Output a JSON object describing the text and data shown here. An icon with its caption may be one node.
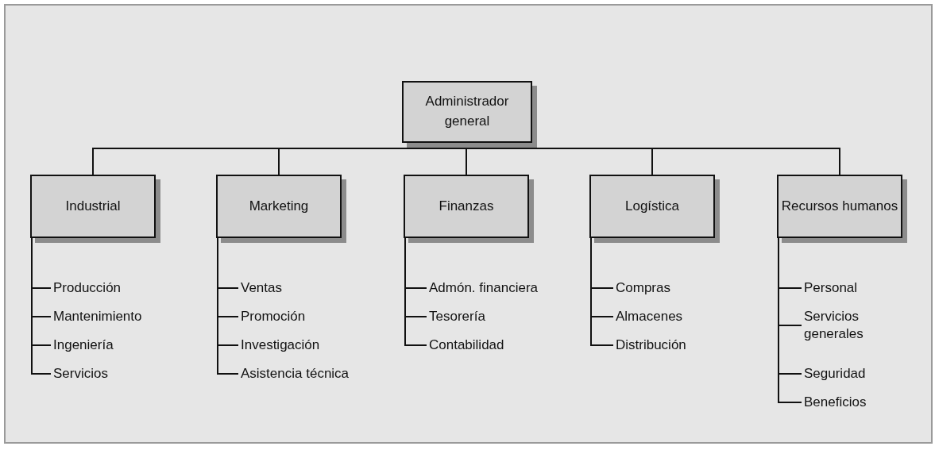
{
  "diagram": {
    "nodes": [
      {
        "text": [
          "Administrador general"
        ]
      },
      {
        "text": [
          "Industrial"
        ]
      },
      {
        "text": [
          "Marketing"
        ]
      },
      {
        "text": [
          "Finanzas"
        ]
      },
      {
        "text": [
          "Logística"
        ]
      },
      {
        "text": [
          "Recursos humanos"
        ]
      },
      {
        "text": [
          "Producción"
        ]
      },
      {
        "text": [
          "Mantenimiento"
        ]
      },
      {
        "text": [
          "Ingeniería"
        ]
      },
      {
        "text": [
          "Servicios"
        ]
      },
      {
        "text": [
          "Ventas"
        ]
      },
      {
        "text": [
          "Promoción"
        ]
      },
      {
        "text": [
          "Investigación"
        ]
      },
      {
        "text": [
          "Asistencia técnica"
        ]
      },
      {
        "text": [
          "Admón. financiera"
        ]
      },
      {
        "text": [
          "Tesorería"
        ]
      },
      {
        "text": [
          "Contabilidad"
        ]
      },
      {
        "text": [
          "Compras"
        ]
      },
      {
        "text": [
          "Almacenes"
        ]
      },
      {
        "text": [
          "Distribución"
        ]
      },
      {
        "text": [
          "Personal"
        ]
      },
      {
        "text": [
          "Servicios generales"
        ]
      },
      {
        "text": [
          "Seguridad"
        ]
      },
      {
        "text": [
          "Beneficios"
        ]
      }
    ],
    "edges": [
      {
        "from": 0,
        "to": 1,
        "arrow": "none"
      },
      {
        "from": 0,
        "to": 2,
        "arrow": "none"
      },
      {
        "from": 0,
        "to": 3,
        "arrow": "none"
      },
      {
        "from": 0,
        "to": 4,
        "arrow": "none"
      },
      {
        "from": 0,
        "to": 5,
        "arrow": "none"
      },
      {
        "from": 1,
        "to": 6,
        "arrow": "none"
      },
      {
        "from": 1,
        "to": 7,
        "arrow": "none"
      },
      {
        "from": 1,
        "to": 8,
        "arrow": "none"
      },
      {
        "from": 1,
        "to": 9,
        "arrow": "none"
      },
      {
        "from": 2,
        "to": 10,
        "arrow": "none"
      },
      {
        "from": 2,
        "to": 11,
        "arrow": "none"
      },
      {
        "from": 2,
        "to": 12,
        "arrow": "none"
      },
      {
        "from": 2,
        "to": 13,
        "arrow": "none"
      },
      {
        "from": 3,
        "to": 14,
        "arrow": "none"
      },
      {
        "from": 3,
        "to": 15,
        "arrow": "none"
      },
      {
        "from": 3,
        "to": 16,
        "arrow": "none"
      },
      {
        "from": 4,
        "to": 17,
        "arrow": "none"
      },
      {
        "from": 4,
        "to": 18,
        "arrow": "none"
      },
      {
        "from": 4,
        "to": 19,
        "arrow": "none"
      },
      {
        "from": 5,
        "to": 20,
        "arrow": "none"
      },
      {
        "from": 5,
        "to": 21,
        "arrow": "none"
      },
      {
        "from": 5,
        "to": 22,
        "arrow": "none"
      },
      {
        "from": 5,
        "to": 23,
        "arrow": "none"
      }
    ]
  }
}
